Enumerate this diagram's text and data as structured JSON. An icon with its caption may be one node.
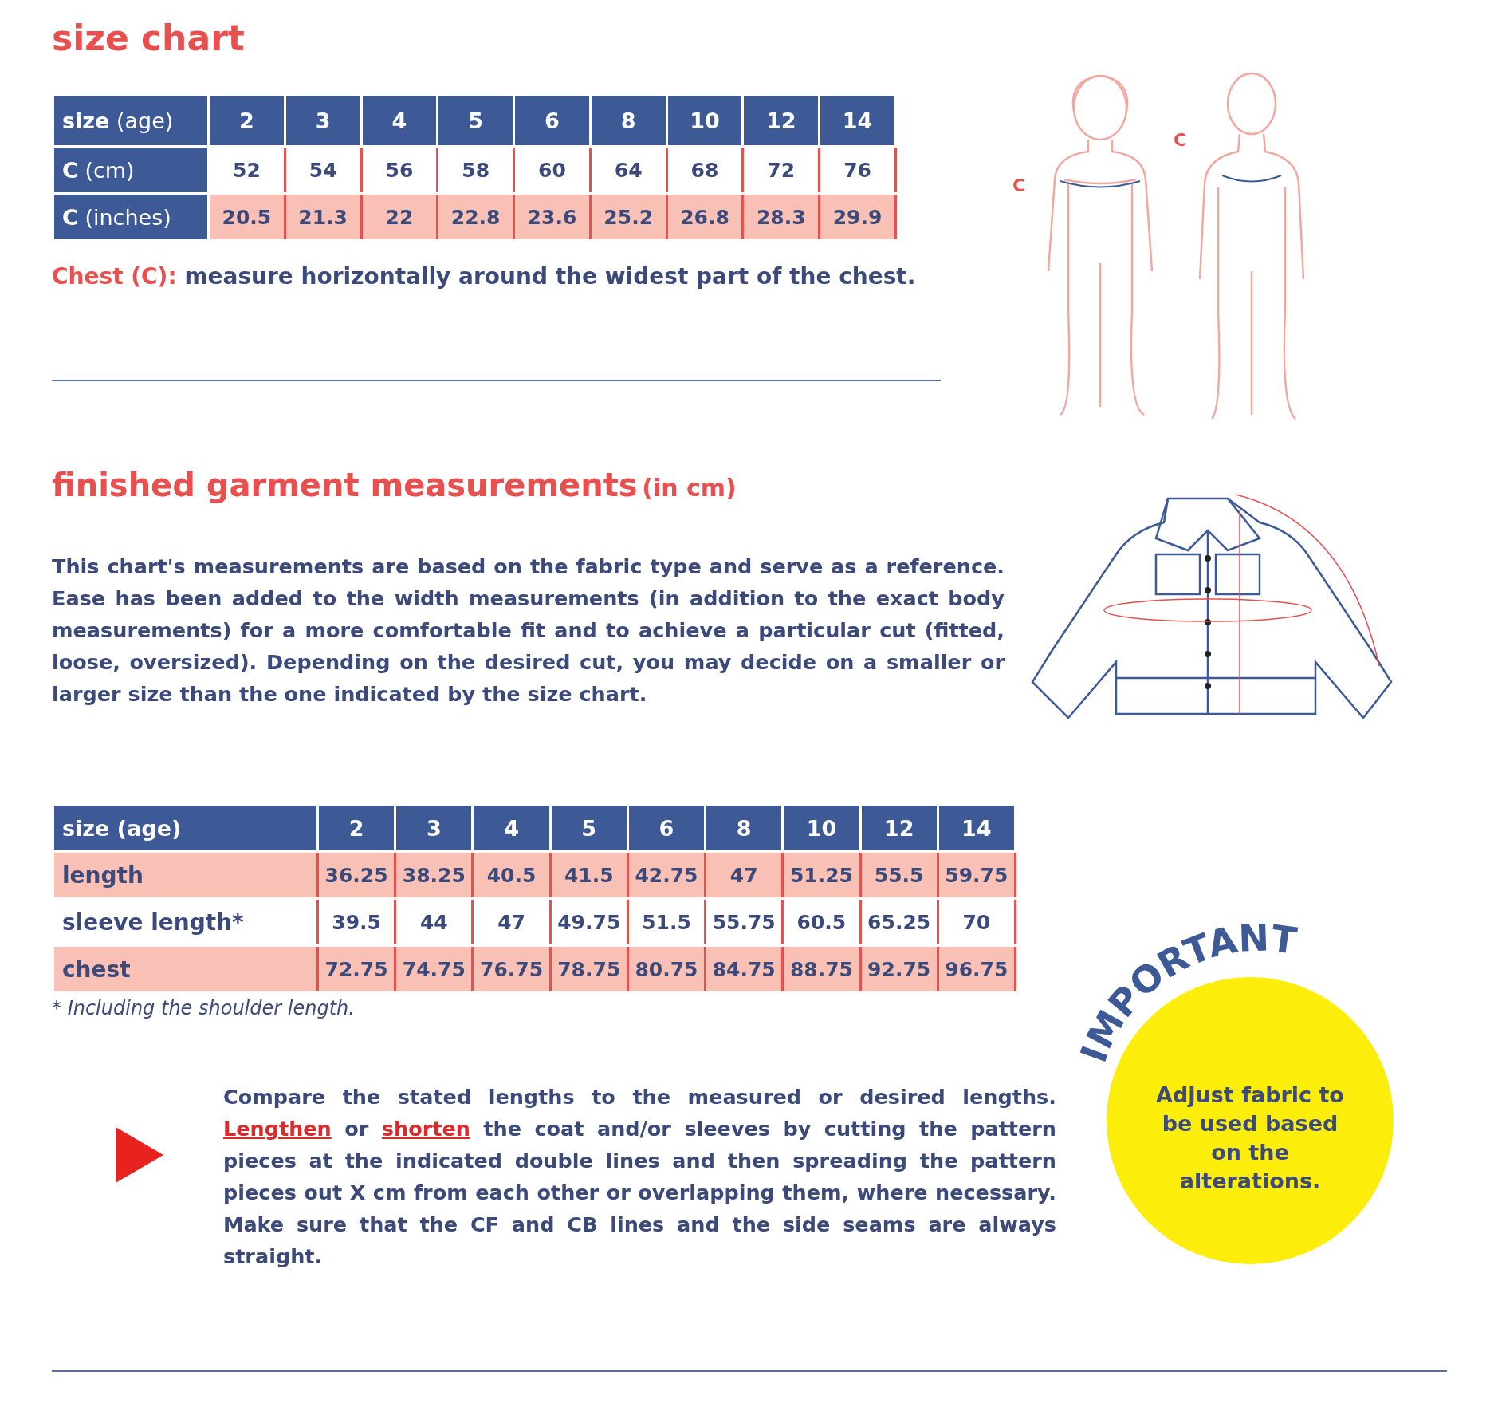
{
  "diagram": {
    "title": "size chart",
    "nodes": [
      {
        "text": [
          "IMPORTANT",
          "Adjust fabric to be used based on the alterations."
        ]
      }
    ],
    "labels": [
      "**size** (age)",
      "2",
      "3",
      "4",
      "5",
      "6",
      "8",
      "10",
      "12",
      "14",
      "**C** (cm)",
      "52",
      "54",
      "56",
      "58",
      "60",
      "64",
      "68",
      "72",
      "76",
      "**C** (inches)",
      "20.5",
      "21.3",
      "22",
      "22.8",
      "23.6",
      "25.2",
      "26.8",
      "28.3",
      "29.9",
      "Chest (C):",
      "measure horizontally around the widest part of the chest.",
      "C",
      "C",
      "finished garment measurements",
      "(in cm)",
      "This chart's measurements are based on the fabric type and serve as a reference. Ease has been added to the width measurements (in addition to the exact body measurements) for a more comfortable fit and to achieve a particular cut (fitted, loose, oversized). Depending on the desired cut, you may decide on a smaller or larger size than the one indicated by the size chart.",
      "size (age)",
      "2",
      "3",
      "4",
      "5",
      "6",
      "8",
      "10",
      "12",
      "14",
      "length",
      "36.25",
      "38.25",
      "40.5",
      "41.5",
      "42.75",
      "47",
      "51.25",
      "55.5",
      "59.75",
      "sleeve length*",
      "39.5",
      "44",
      "47",
      "49.75",
      "51.5",
      "55.75",
      "60.5",
      "65.25",
      "70",
      "chest",
      "72.75",
      "74.75",
      "76.75",
      "78.75",
      "80.75",
      "84.75",
      "88.75",
      "92.75",
      "96.75",
      "* Including the shoulder length.",
      "Compare the stated lengths to the measured or desired lengths.",
      "Lengthen",
      "or",
      "shorten",
      "the coat and/or sleeves by cutting the pattern pieces at the indicated double lines and then spreading the pattern pieces out X cm from each other or overlapping them, where necessary. Make sure that the CF and CB lines and the side seams are always straight."
    ]
  }
}
